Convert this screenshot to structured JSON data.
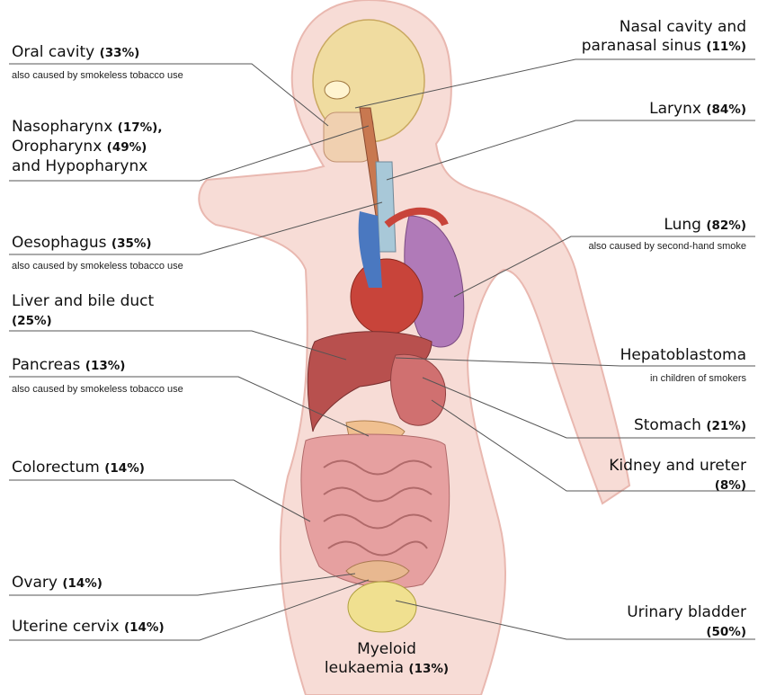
{
  "labels": {
    "oral_cavity": {
      "name": "Oral cavity",
      "pct": "(33%)",
      "note": "also caused by smokeless tobacco use"
    },
    "nasopharynx": {
      "line1_name": "Nasopharynx",
      "line1_pct": "(17%),",
      "line2_name": "Oropharynx",
      "line2_pct": "(49%)",
      "line3": "and Hypopharynx"
    },
    "oesophagus": {
      "name": "Oesophagus",
      "pct": "(35%)",
      "note": "also caused by smokeless tobacco use"
    },
    "liver": {
      "name": "Liver and bile duct",
      "pct": "(25%)"
    },
    "pancreas": {
      "name": "Pancreas",
      "pct": "(13%)",
      "note": "also caused by smokeless tobacco use"
    },
    "colorectum": {
      "name": "Colorectum",
      "pct": "(14%)"
    },
    "ovary": {
      "name": "Ovary",
      "pct": "(14%)"
    },
    "uterine_cervix": {
      "name": "Uterine cervix",
      "pct": "(14%)"
    },
    "nasal_cavity": {
      "line1": "Nasal cavity and",
      "line2_name": "paranasal sinus",
      "line2_pct": "(11%)"
    },
    "larynx": {
      "name": "Larynx",
      "pct": "(84%)"
    },
    "lung": {
      "name": "Lung",
      "pct": "(82%)",
      "note": "also caused by second-hand smoke"
    },
    "hepatoblastoma": {
      "name": "Hepatoblastoma",
      "note": "in children of smokers"
    },
    "stomach": {
      "name": "Stomach",
      "pct": "(21%)"
    },
    "kidney": {
      "name": "Kidney and ureter",
      "pct": "(8%)"
    },
    "urinary_bladder": {
      "name": "Urinary bladder",
      "pct": "(50%)"
    },
    "myeloid": {
      "line1": "Myeloid",
      "line2_name": "leukaemia",
      "line2_pct": "(13%)"
    }
  },
  "colors": {
    "body": "#f7dcd6",
    "body_outline": "#e9b8b0",
    "skull": "#f0dca0",
    "heart": "#c8443a",
    "vessels_blue": "#4a78c0",
    "lung": "#b07ab8",
    "liver": "#b8504e",
    "intestine": "#e6a0a0",
    "bladder": "#f0e090",
    "leader_line": "#555555"
  }
}
